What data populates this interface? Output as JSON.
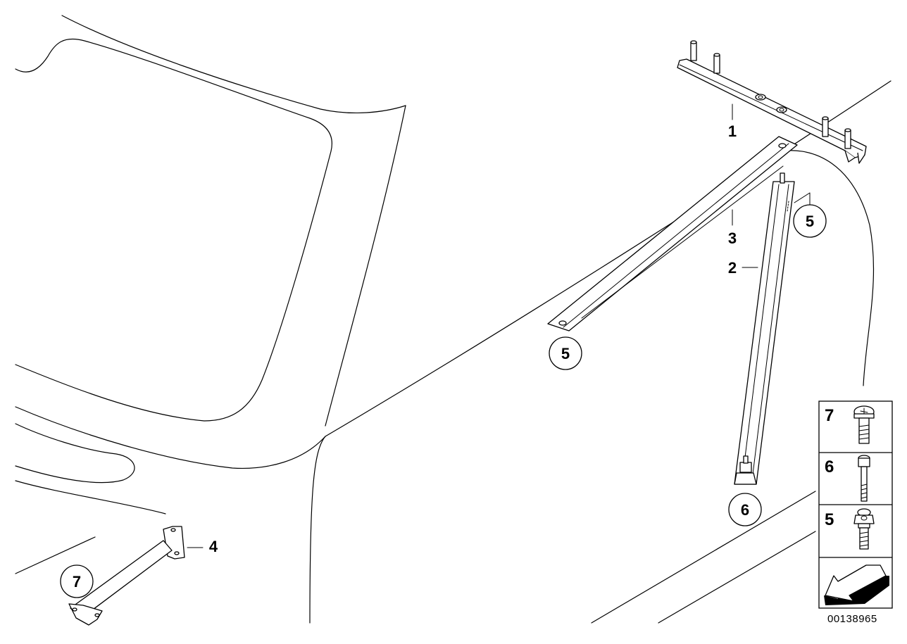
{
  "diagram": {
    "part_numbers": {
      "p1": "1",
      "p2": "2",
      "p3": "3",
      "p4": "4"
    },
    "callouts": {
      "c5a": "5",
      "c5b": "5",
      "c6": "6",
      "c7": "7"
    },
    "legend": {
      "items": [
        {
          "label": "7",
          "icon": "screw-icon"
        },
        {
          "label": "6",
          "icon": "cap-screw-icon"
        },
        {
          "label": "5",
          "icon": "collar-screw-icon"
        }
      ],
      "arrow_icon": "direction-arrow-icon"
    },
    "drawing_code": "00138965"
  }
}
